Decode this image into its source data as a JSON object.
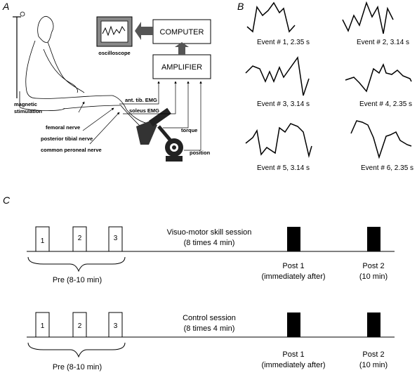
{
  "panels": {
    "a": "A",
    "b": "B",
    "c": "C"
  },
  "setup": {
    "computer": "COMPUTER",
    "amplifier": "AMPLIFIER",
    "oscilloscope": "oscilloscope",
    "magnetic_stimulation": [
      "magnetic",
      "stimulation"
    ],
    "femoral_nerve": "femoral nerve",
    "posterior_tibial_nerve": "posterior tibial nerve",
    "common_peroneal_nerve": "common peroneal nerve",
    "ant_tib_emg": "ant. tib. EMG",
    "soleus_emg": "soleus EMG",
    "torque": "torque",
    "position": "position"
  },
  "events": [
    {
      "label": "Event # 1, 2.35 s"
    },
    {
      "label": "Event # 2, 3.14 s"
    },
    {
      "label": "Event # 3, 3.14 s"
    },
    {
      "label": "Event # 4, 2.35 s"
    },
    {
      "label": "Event # 5, 3.14 s"
    },
    {
      "label": "Event # 6, 2.35 s"
    }
  ],
  "timelines": [
    {
      "session_title": "Visuo-motor skill session",
      "session_sub": "(8 times 4 min)",
      "pre_numbers": [
        "1",
        "2",
        "3"
      ],
      "pre_label": "Pre (8-10 min)",
      "post1": [
        "Post 1",
        "(immediately after)"
      ],
      "post2": [
        "Post 2",
        "(10 min)"
      ]
    },
    {
      "session_title": "Control session",
      "session_sub": "(8 times 4 min)",
      "pre_numbers": [
        "1",
        "2",
        "3"
      ],
      "pre_label": "Pre (8-10 min)",
      "post1": [
        "Post 1",
        "(immediately after)"
      ],
      "post2": [
        "Post 2",
        "(10 min)"
      ]
    }
  ]
}
